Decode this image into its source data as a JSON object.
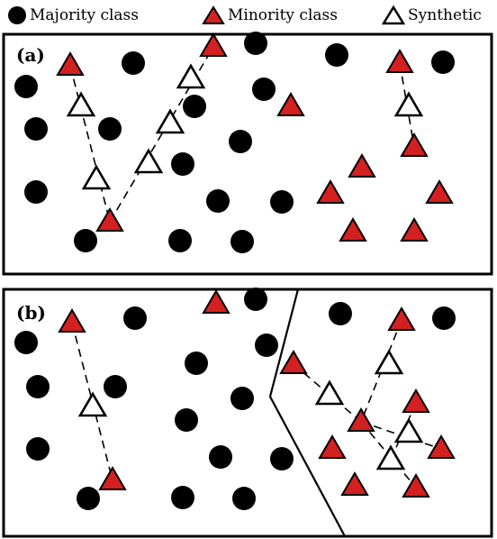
{
  "legend": {
    "majority_label": "Majority class",
    "minority_label": "Minority class",
    "synthetic_label": "Synthetic"
  },
  "panels": {
    "a": {
      "label": "(a)"
    },
    "b": {
      "label": "(b)"
    }
  },
  "colors": {
    "majority": "#000000",
    "minority": "#d32020",
    "synthetic_fill": "#ffffff",
    "outline": "#000000"
  }
}
